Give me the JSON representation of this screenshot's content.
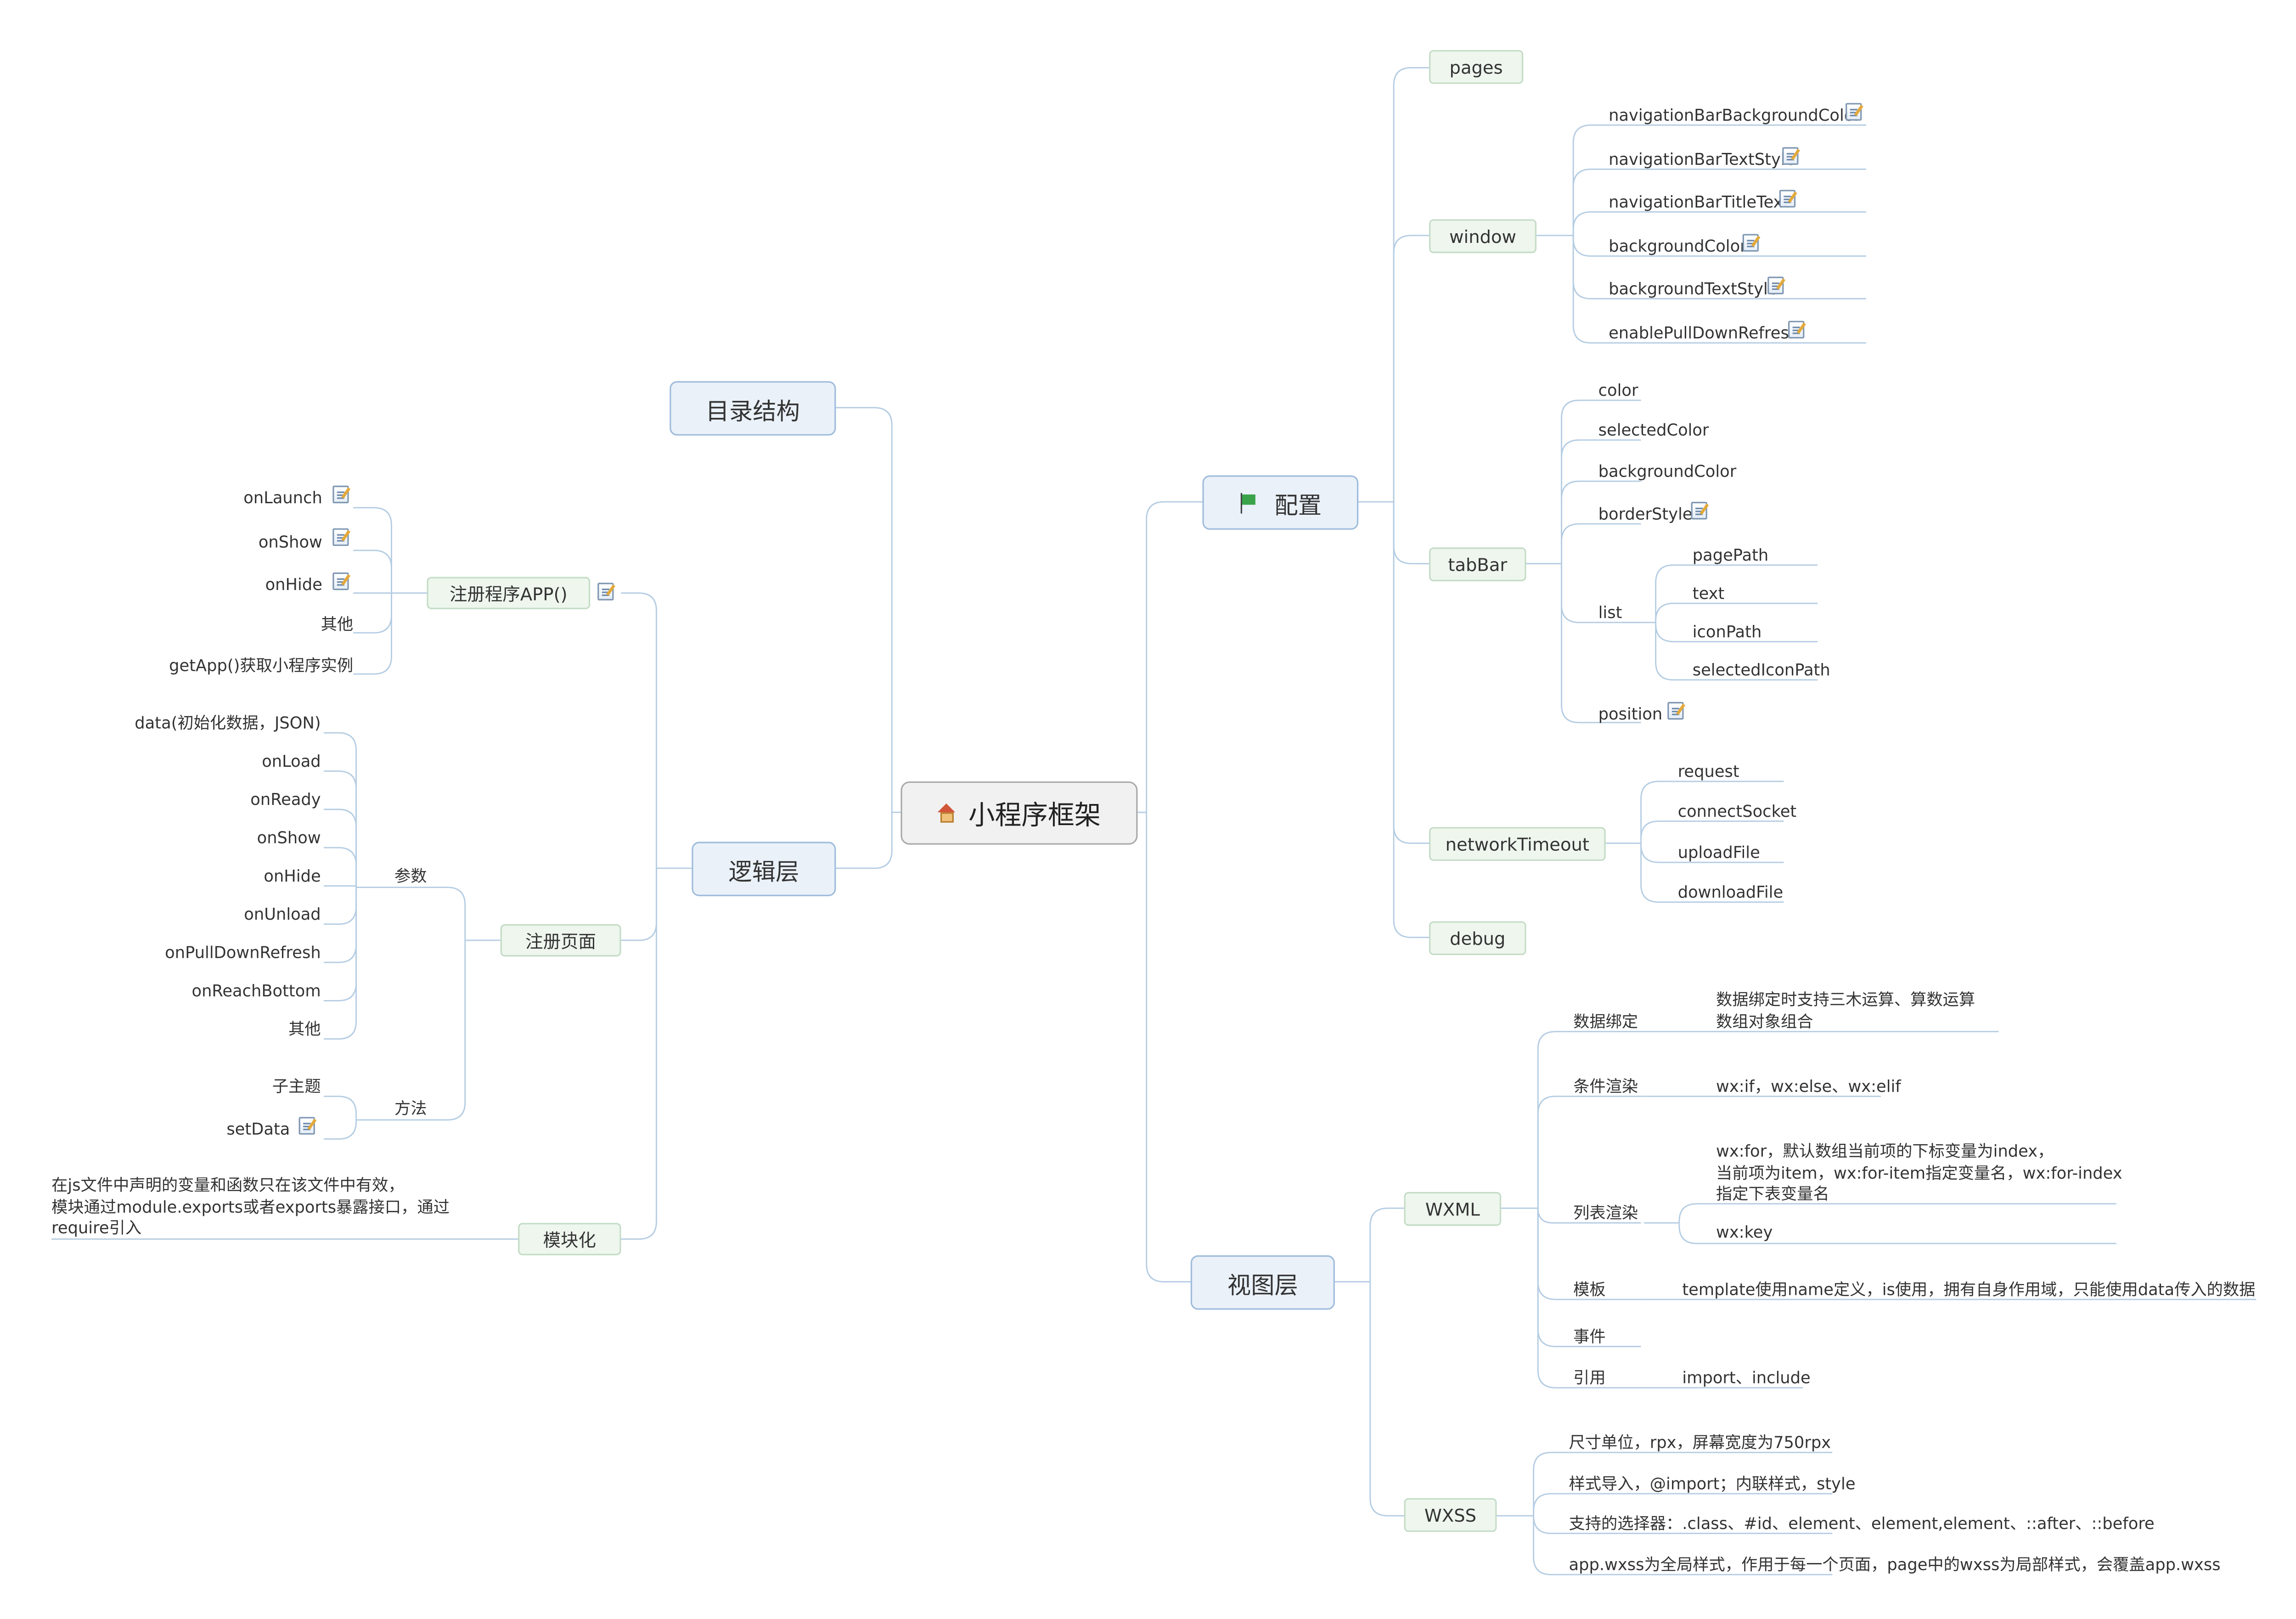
{
  "central": {
    "label": "小程序框架",
    "icon": "home-icon"
  },
  "branches": {
    "directory": {
      "label": "目录结构"
    },
    "logic": {
      "label": "逻辑层",
      "register_app": {
        "label": "注册程序APP()",
        "children": [
          "onLaunch",
          "onShow",
          "onHide",
          "其他",
          "getApp()获取小程序实例"
        ]
      },
      "register_page": {
        "label": "注册页面",
        "params": {
          "label": "参数",
          "children": [
            "data(初始化数据，JSON)",
            "onLoad",
            "onReady",
            "onShow",
            "onHide",
            "onUnload",
            "onPullDownRefresh",
            "onReachBottom",
            "其他"
          ]
        },
        "methods": {
          "label": "方法",
          "children": [
            "子主题",
            "setData"
          ]
        }
      },
      "modular": {
        "label": "模块化",
        "note": "在js文件中声明的变量和函数只在该文件中有效，\n模块通过module.exports或者exports暴露接口，通过\nrequire引入"
      }
    },
    "config": {
      "label": "配置",
      "icon": "flag-icon",
      "pages": {
        "label": "pages"
      },
      "window": {
        "label": "window",
        "children": [
          "navigationBarBackgroundColor",
          "navigationBarTextStyle",
          "navigationBarTitleText",
          "backgroundColor",
          "backgroundTextStyle",
          "enablePullDownRefresh"
        ]
      },
      "tabbar": {
        "label": "tabBar",
        "children": [
          "color",
          "selectedColor",
          "backgroundColor",
          "borderStyle",
          "list",
          "position"
        ],
        "list_children": [
          "pagePath",
          "text",
          "iconPath",
          "selectedIconPath"
        ]
      },
      "network": {
        "label": "networkTimeout",
        "children": [
          "request",
          "connectSocket",
          "uploadFile",
          "downloadFile"
        ]
      },
      "debug": {
        "label": "debug"
      }
    },
    "view": {
      "label": "视图层",
      "wxml": {
        "label": "WXML",
        "binding": {
          "label": "数据绑定",
          "detail": "数据绑定时支持三木运算、算数运算\n数组对象组合"
        },
        "conditional": {
          "label": "条件渲染",
          "detail": "wx:if，wx:else、wx:elif"
        },
        "list": {
          "label": "列表渲染",
          "detail": "wx:for，默认数组当前项的下标变量为index，\n当前项为item，wx:for-item指定变量名，wx:for-index\n指定下表变量名",
          "key": "wx:key"
        },
        "template": {
          "label": "模板",
          "detail": "template使用name定义，is使用，拥有自身作用域，只能使用data传入的数据"
        },
        "event": {
          "label": "事件"
        },
        "import": {
          "label": "引用",
          "detail": "import、include"
        }
      },
      "wxss": {
        "label": "WXSS",
        "children": [
          "尺寸单位，rpx，屏幕宽度为750rpx",
          "样式导入，@import；内联样式，style",
          "支持的选择器：.class、#id、element、element,element、::after、::before",
          "app.wxss为全局样式，作用于每一个页面，page中的wxss为局部样式，会覆盖app.wxss"
        ]
      }
    }
  }
}
